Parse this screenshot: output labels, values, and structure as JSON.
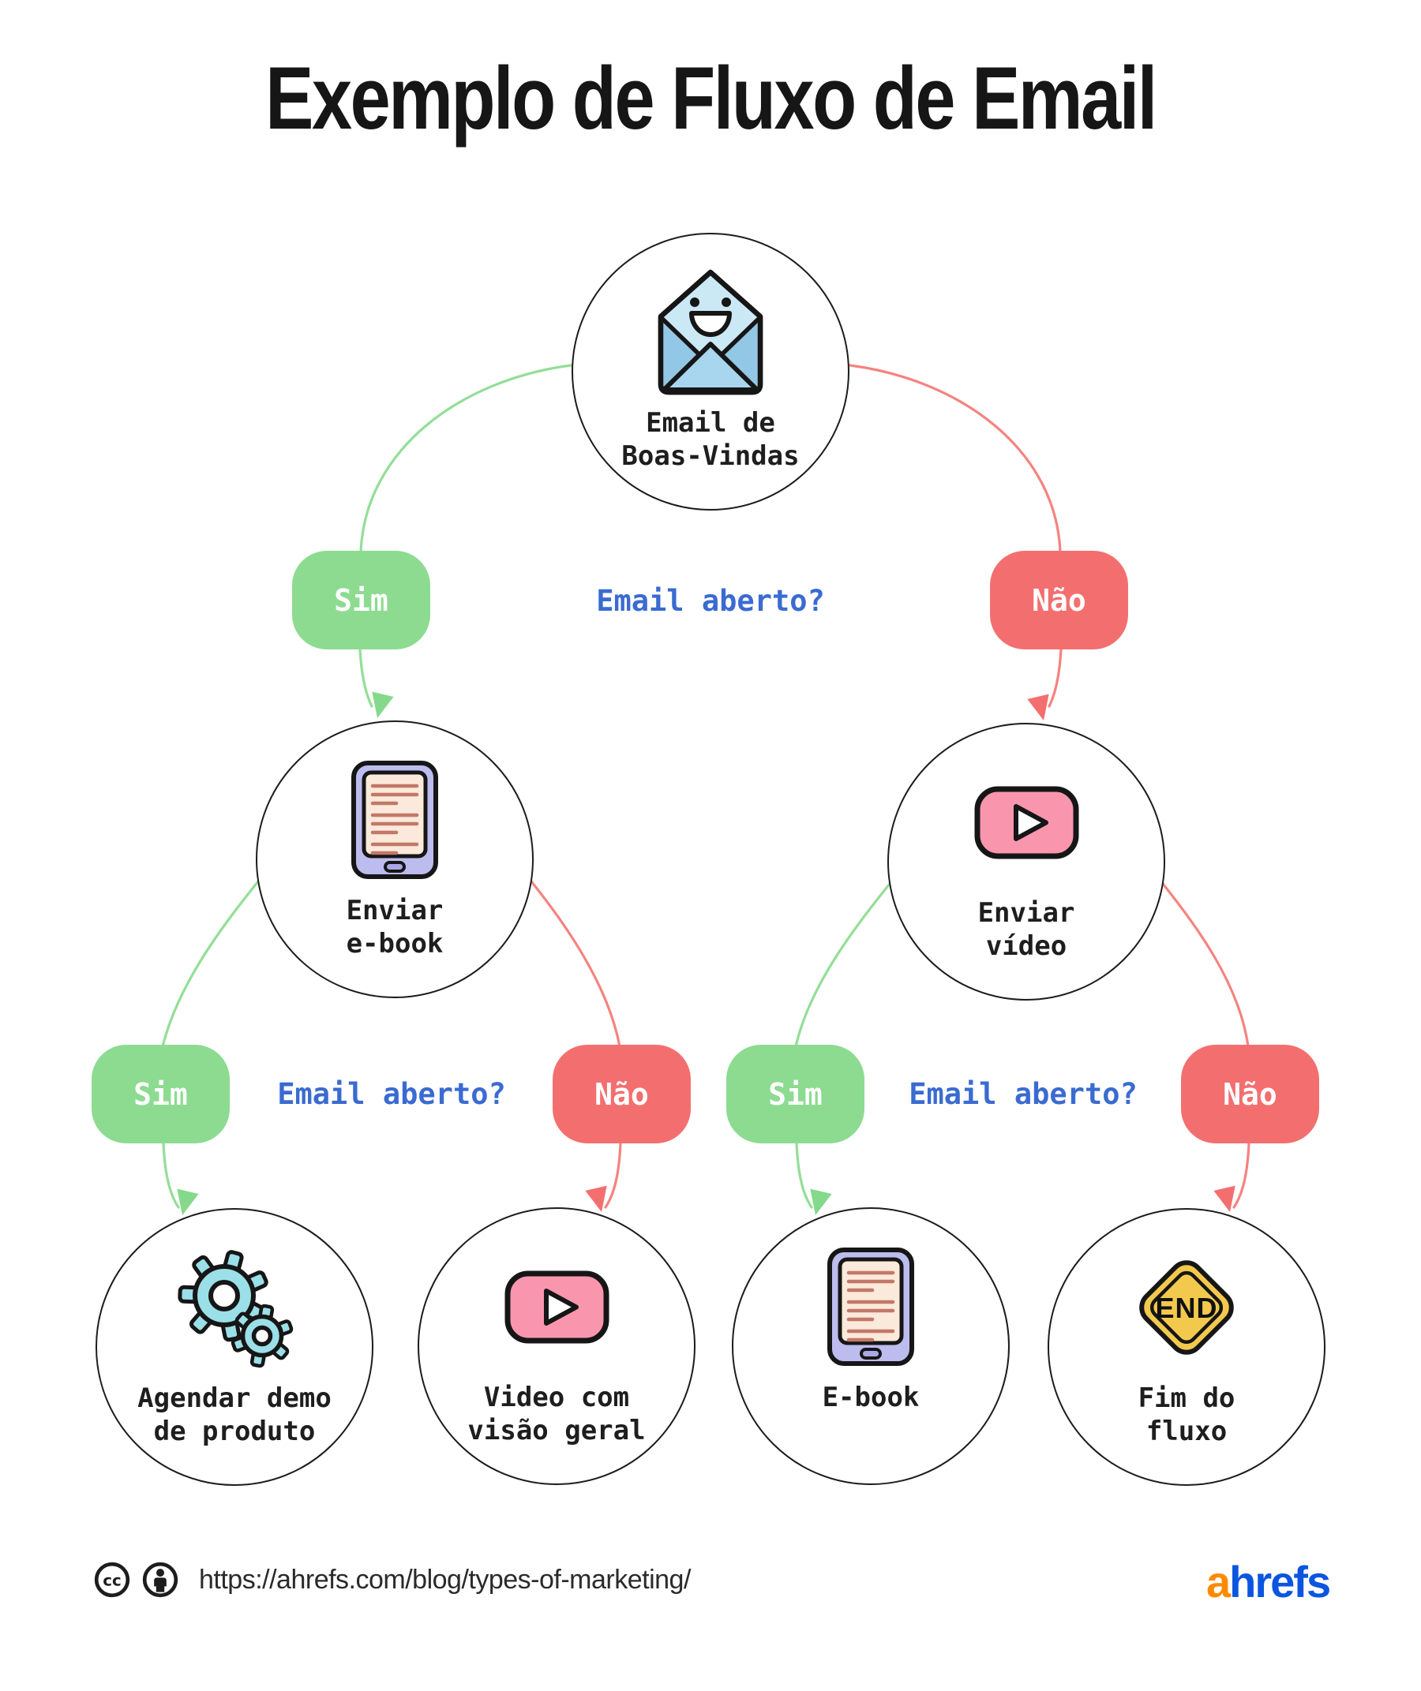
{
  "title": "Exemplo de Fluxo de Email",
  "labels": {
    "email_open_question": "Email aberto?",
    "yes": "Sim",
    "no": "Não"
  },
  "nodes": {
    "welcome": {
      "line1": "Email de",
      "line2": "Boas-Vindas",
      "icon": "smiling-envelope"
    },
    "send_ebook": {
      "line1": "Enviar",
      "line2": "e-book",
      "icon": "ebook-tablet"
    },
    "send_video": {
      "line1": "Enviar",
      "line2": "vídeo",
      "icon": "video-play"
    },
    "schedule_demo": {
      "line1": "Agendar demo",
      "line2": "de produto",
      "icon": "gears"
    },
    "overview_video": {
      "line1": "Video com",
      "line2": "visão geral",
      "icon": "video-play"
    },
    "ebook": {
      "line1": "E-book",
      "icon": "ebook-tablet"
    },
    "end_flow": {
      "line1": "Fim do",
      "line2": "fluxo",
      "icon": "end-road-sign",
      "sign_text": "END"
    }
  },
  "footer": {
    "license": {
      "cc_text": "cc"
    },
    "url": "https://ahrefs.com/blog/types-of-marketing/",
    "logo": {
      "first_letter": "a",
      "rest": "hrefs"
    }
  },
  "colors": {
    "yes_green_pill": "#8CDB91",
    "yes_green_line": "#93DE97",
    "no_red_pill": "#F36F6F",
    "no_red_line": "#F5837F",
    "question_blue": "#3A6BD1",
    "envelope_blue_light": "#CBE8F5",
    "envelope_blue_dark": "#A9D6EF",
    "tablet_lavender": "#BDBCEE",
    "tablet_screen": "#FBE9DB",
    "video_pink": "#F996AE",
    "gear_cyan": "#9BDFE8",
    "end_sign_yellow": "#F3C94D",
    "logo_orange": "#FF8A00",
    "logo_blue": "#0B55E0"
  }
}
